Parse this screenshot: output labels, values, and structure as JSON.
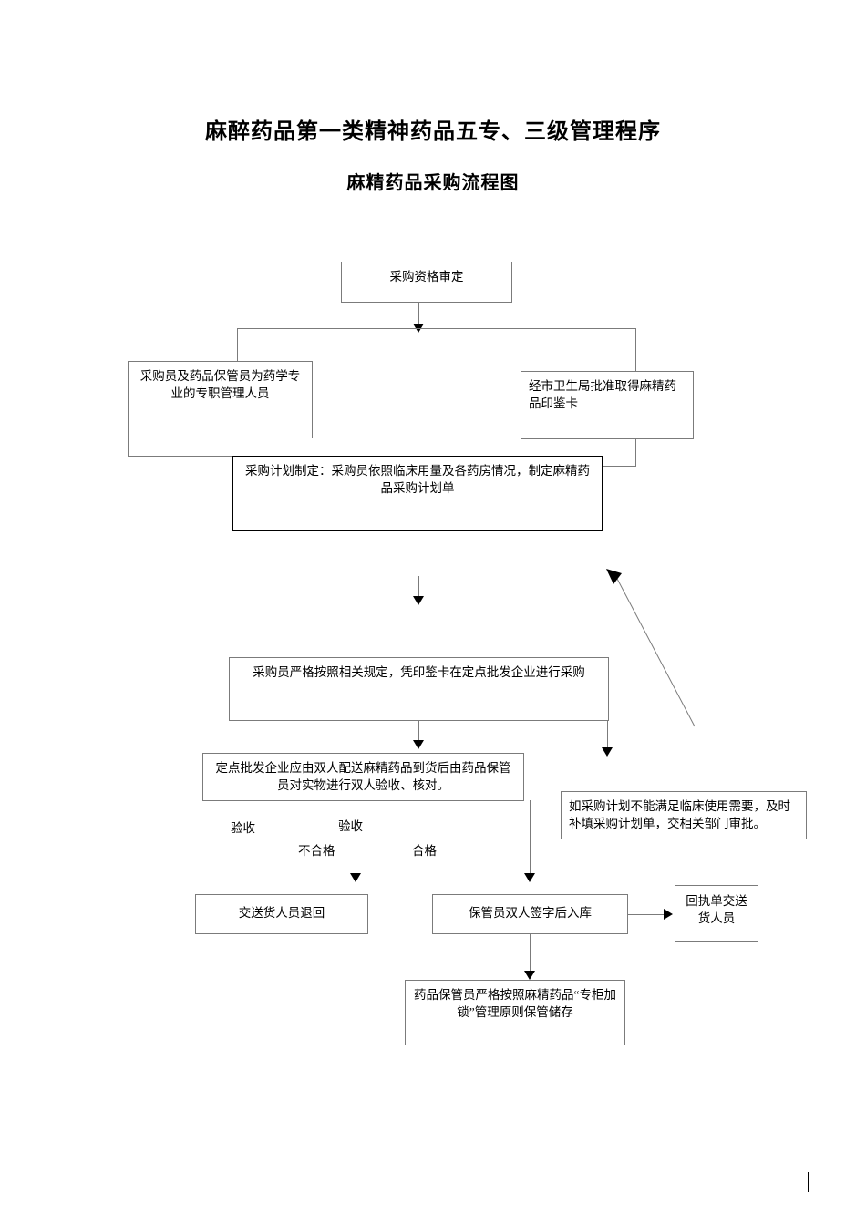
{
  "document": {
    "title_line1": "麻醉药品第一类精神药品五专、三级管理程序",
    "title_line2": "麻精药品采购流程图"
  },
  "flowchart": {
    "nodes": [
      {
        "id": "qualification",
        "label": "采购资格审定"
      },
      {
        "id": "staff",
        "label": "采购员及药品保管员为药学专业的专职管理人员"
      },
      {
        "id": "seal-card",
        "label": "经市卫生局批准取得麻精药品印鉴卡"
      },
      {
        "id": "plan",
        "label": "采购计划制定：采购员依照临床用量及各药房情况，制定麻精药品采购计划单"
      },
      {
        "id": "purchase",
        "label": "采购员严格按照相关规定，凭印鉴卡在定点批发企业进行采购"
      },
      {
        "id": "delivery-check",
        "label": "定点批发企业应由双人配送麻精药品到货后由药品保管员对实物进行双人验收、核对。"
      },
      {
        "id": "supplement-plan",
        "label": "如采购计划不能满足临床使用需要，及时补填采购计划单，交相关部门审批。"
      },
      {
        "id": "return-goods",
        "label": "交送货人员退回"
      },
      {
        "id": "sign-in-stock",
        "label": "保管员双人签字后入库"
      },
      {
        "id": "receipt",
        "label": "回执单交送货人员"
      },
      {
        "id": "storage",
        "label": "药品保管员严格按照麻精药品“专柜加锁”管理原则保管储存"
      }
    ],
    "edge_labels": {
      "acceptance_left": "验收",
      "acceptance_right": "验收",
      "fail": "不合格",
      "pass": "合格"
    }
  },
  "colors": {
    "box_border": "#7b7b7b",
    "box_border_emphasis": "#000000",
    "text": "#000000",
    "connector": "#7b7b7b",
    "arrow_head": "#000000",
    "background": "#ffffff"
  }
}
